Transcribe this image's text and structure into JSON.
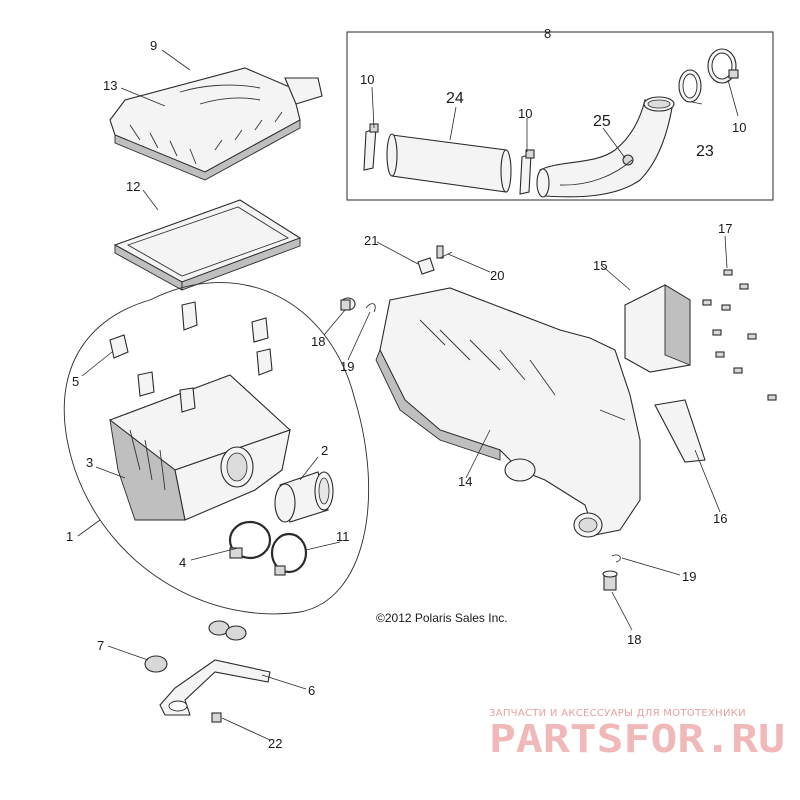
{
  "diagram": {
    "kit_group_label": "8",
    "copyright": "©2012 Polaris Sales Inc.",
    "watermark": {
      "tagline": "ЗАПЧАСТИ И АКСЕССУАРЫ ДЛЯ МОТОТЕХНИКИ",
      "logo": "PARTSFOR.RU",
      "color": "#e07070"
    },
    "callouts": {
      "c1": "1",
      "c2": "2",
      "c3": "3",
      "c4": "4",
      "c5": "5",
      "c6": "6",
      "c7": "7",
      "c8": "8",
      "c9": "9",
      "c10a": "10",
      "c10b": "10",
      "c10c": "10",
      "c11": "11",
      "c12": "12",
      "c13": "13",
      "c14": "14",
      "c15": "15",
      "c16": "16",
      "c17": "17",
      "c18a": "18",
      "c18b": "18",
      "c19a": "19",
      "c19b": "19",
      "c20": "20",
      "c21": "21",
      "c22": "22",
      "c23": "23",
      "c24": "24",
      "c25": "25"
    }
  }
}
